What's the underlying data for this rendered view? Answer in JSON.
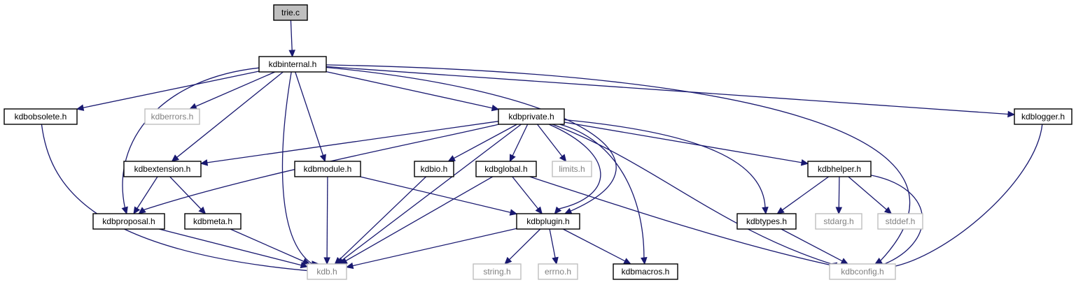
{
  "diagram": {
    "title": "",
    "nodes": [
      {
        "id": "trie_c",
        "label": "trie.c",
        "kind": "root"
      },
      {
        "id": "kdbinternal_h",
        "label": "kdbinternal.h",
        "kind": "documented"
      },
      {
        "id": "kdbobsolete_h",
        "label": "kdbobsolete.h",
        "kind": "documented"
      },
      {
        "id": "kdberrors_h",
        "label": "kdberrors.h",
        "kind": "external"
      },
      {
        "id": "kdbprivate_h",
        "label": "kdbprivate.h",
        "kind": "documented"
      },
      {
        "id": "kdblogger_h",
        "label": "kdblogger.h",
        "kind": "documented"
      },
      {
        "id": "kdbextension_h",
        "label": "kdbextension.h",
        "kind": "documented"
      },
      {
        "id": "kdbmodule_h",
        "label": "kdbmodule.h",
        "kind": "documented"
      },
      {
        "id": "kdbio_h",
        "label": "kdbio.h",
        "kind": "documented"
      },
      {
        "id": "kdbglobal_h",
        "label": "kdbglobal.h",
        "kind": "documented"
      },
      {
        "id": "limits_h",
        "label": "limits.h",
        "kind": "external"
      },
      {
        "id": "kdbhelper_h",
        "label": "kdbhelper.h",
        "kind": "documented"
      },
      {
        "id": "kdbproposal_h",
        "label": "kdbproposal.h",
        "kind": "documented"
      },
      {
        "id": "kdbmeta_h",
        "label": "kdbmeta.h",
        "kind": "documented"
      },
      {
        "id": "kdbplugin_h",
        "label": "kdbplugin.h",
        "kind": "documented"
      },
      {
        "id": "kdbtypes_h",
        "label": "kdbtypes.h",
        "kind": "documented"
      },
      {
        "id": "stdarg_h",
        "label": "stdarg.h",
        "kind": "external"
      },
      {
        "id": "stddef_h",
        "label": "stddef.h",
        "kind": "external"
      },
      {
        "id": "kdb_h",
        "label": "kdb.h",
        "kind": "external"
      },
      {
        "id": "string_h",
        "label": "string.h",
        "kind": "external"
      },
      {
        "id": "errno_h",
        "label": "errno.h",
        "kind": "external"
      },
      {
        "id": "kdbmacros_h",
        "label": "kdbmacros.h",
        "kind": "documented"
      },
      {
        "id": "kdbconfig_h",
        "label": "kdbconfig.h",
        "kind": "external"
      }
    ],
    "edges": [
      [
        "trie_c",
        "kdbinternal_h"
      ],
      [
        "kdbinternal_h",
        "kdbobsolete_h"
      ],
      [
        "kdbinternal_h",
        "kdberrors_h"
      ],
      [
        "kdbinternal_h",
        "kdbprivate_h"
      ],
      [
        "kdbinternal_h",
        "kdblogger_h"
      ],
      [
        "kdbinternal_h",
        "kdbextension_h"
      ],
      [
        "kdbinternal_h",
        "kdbmodule_h"
      ],
      [
        "kdbinternal_h",
        "kdbproposal_h"
      ],
      [
        "kdbinternal_h",
        "kdb_h"
      ],
      [
        "kdbinternal_h",
        "kdbplugin_h"
      ],
      [
        "kdbinternal_h",
        "kdbconfig_h"
      ],
      [
        "kdbprivate_h",
        "kdbextension_h"
      ],
      [
        "kdbprivate_h",
        "kdbio_h"
      ],
      [
        "kdbprivate_h",
        "kdbglobal_h"
      ],
      [
        "kdbprivate_h",
        "limits_h"
      ],
      [
        "kdbprivate_h",
        "kdbhelper_h"
      ],
      [
        "kdbprivate_h",
        "kdbproposal_h"
      ],
      [
        "kdbprivate_h",
        "kdbplugin_h"
      ],
      [
        "kdbprivate_h",
        "kdbtypes_h"
      ],
      [
        "kdbprivate_h",
        "kdb_h"
      ],
      [
        "kdbprivate_h",
        "kdbmacros_h"
      ],
      [
        "kdbprivate_h",
        "kdbconfig_h"
      ],
      [
        "kdbobsolete_h",
        "kdb_h"
      ],
      [
        "kdblogger_h",
        "kdbconfig_h"
      ],
      [
        "kdbextension_h",
        "kdbproposal_h"
      ],
      [
        "kdbextension_h",
        "kdbmeta_h"
      ],
      [
        "kdbmodule_h",
        "kdb_h"
      ],
      [
        "kdbmodule_h",
        "kdbplugin_h"
      ],
      [
        "kdbio_h",
        "kdb_h"
      ],
      [
        "kdbglobal_h",
        "kdbplugin_h"
      ],
      [
        "kdbglobal_h",
        "kdb_h"
      ],
      [
        "kdbglobal_h",
        "kdbconfig_h"
      ],
      [
        "kdbhelper_h",
        "kdbtypes_h"
      ],
      [
        "kdbhelper_h",
        "stdarg_h"
      ],
      [
        "kdbhelper_h",
        "stddef_h"
      ],
      [
        "kdbhelper_h",
        "kdbconfig_h"
      ],
      [
        "kdbproposal_h",
        "kdb_h"
      ],
      [
        "kdbmeta_h",
        "kdb_h"
      ],
      [
        "kdbplugin_h",
        "kdb_h"
      ],
      [
        "kdbplugin_h",
        "string_h"
      ],
      [
        "kdbplugin_h",
        "errno_h"
      ],
      [
        "kdbplugin_h",
        "kdbmacros_h"
      ],
      [
        "kdbtypes_h",
        "kdbconfig_h"
      ]
    ]
  },
  "colors": {
    "edge": "#191970",
    "root_fill": "#bfbfbf",
    "documented_border": "#000000",
    "external_border": "#bfbfbf",
    "external_text": "#808080",
    "text": "#000000"
  }
}
